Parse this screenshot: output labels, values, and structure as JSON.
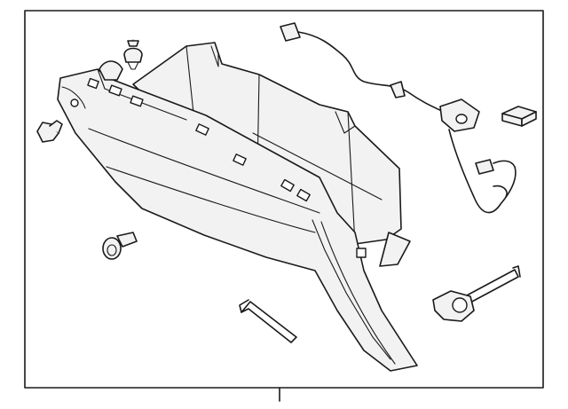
{
  "diagram": {
    "background_color": "#ffffff",
    "line_color": "#1a1a1a",
    "part_fill": "#f2f2f2",
    "parts": [
      {
        "name": "glove-box-assembly"
      },
      {
        "name": "push-clip-top"
      },
      {
        "name": "push-clip-left"
      },
      {
        "name": "bolt"
      },
      {
        "name": "damper-rod"
      },
      {
        "name": "wire-harness"
      },
      {
        "name": "rubber-bumper"
      },
      {
        "name": "lock-striker"
      }
    ]
  }
}
